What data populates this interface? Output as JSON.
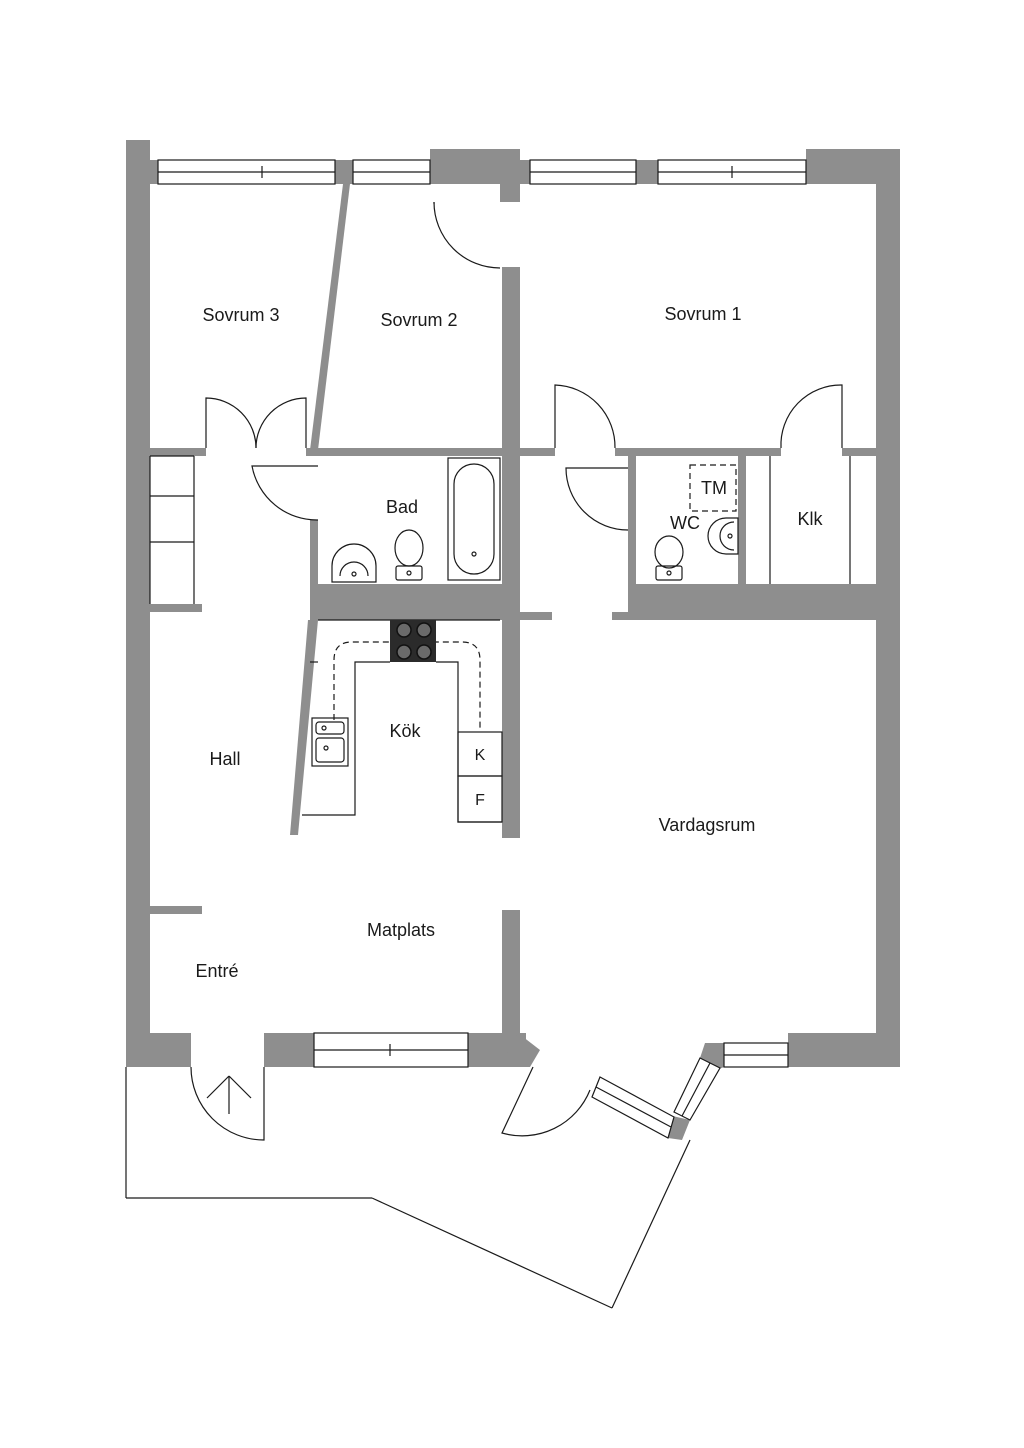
{
  "rooms": {
    "sovrum3": "Sovrum 3",
    "sovrum2": "Sovrum 2",
    "sovrum1": "Sovrum 1",
    "bad": "Bad",
    "wc": "WC",
    "tm": "TM",
    "klk": "Klk",
    "kok": "Kök",
    "kyl": "K",
    "frys": "F",
    "hall": "Hall",
    "vardagsrum": "Vardagsrum",
    "matplats": "Matplats",
    "entre": "Entré"
  },
  "colors": {
    "wall": "#8e8e8e",
    "line": "#1a1a1a",
    "background": "#ffffff"
  },
  "icons": [
    "entrance-arrow-icon",
    "stove-icon",
    "sink-icon",
    "toilet-icon",
    "bathtub-icon",
    "washbasin-icon"
  ]
}
